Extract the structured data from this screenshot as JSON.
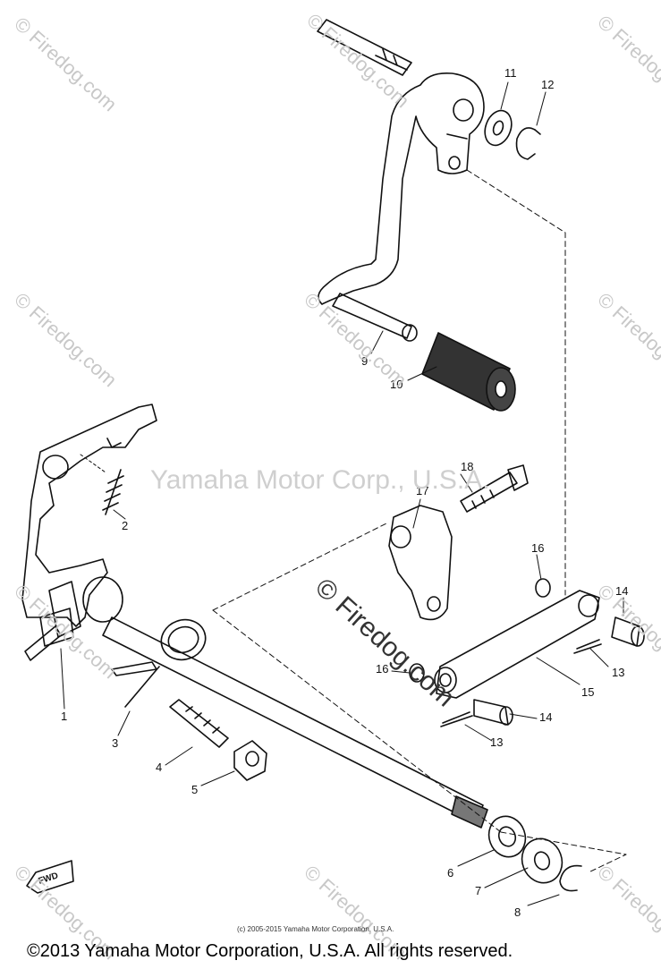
{
  "watermarks": {
    "firedog": "© Firedog.com",
    "center_firedog": "© Firedog.com",
    "yamaha": "Yamaha Motor Corp., U.S.A."
  },
  "part_labels": [
    "1",
    "2",
    "3",
    "4",
    "5",
    "6",
    "7",
    "8",
    "9",
    "10",
    "11",
    "12",
    "13",
    "13",
    "14",
    "14",
    "15",
    "16",
    "16",
    "17",
    "18"
  ],
  "fwd_label": "FWD",
  "small_copyright": "(c) 2005-2015 Yamaha Motor Corporation, U.S.A.",
  "footer_copyright": "©2013 Yamaha Motor Corporation, U.S.A. All rights reserved."
}
